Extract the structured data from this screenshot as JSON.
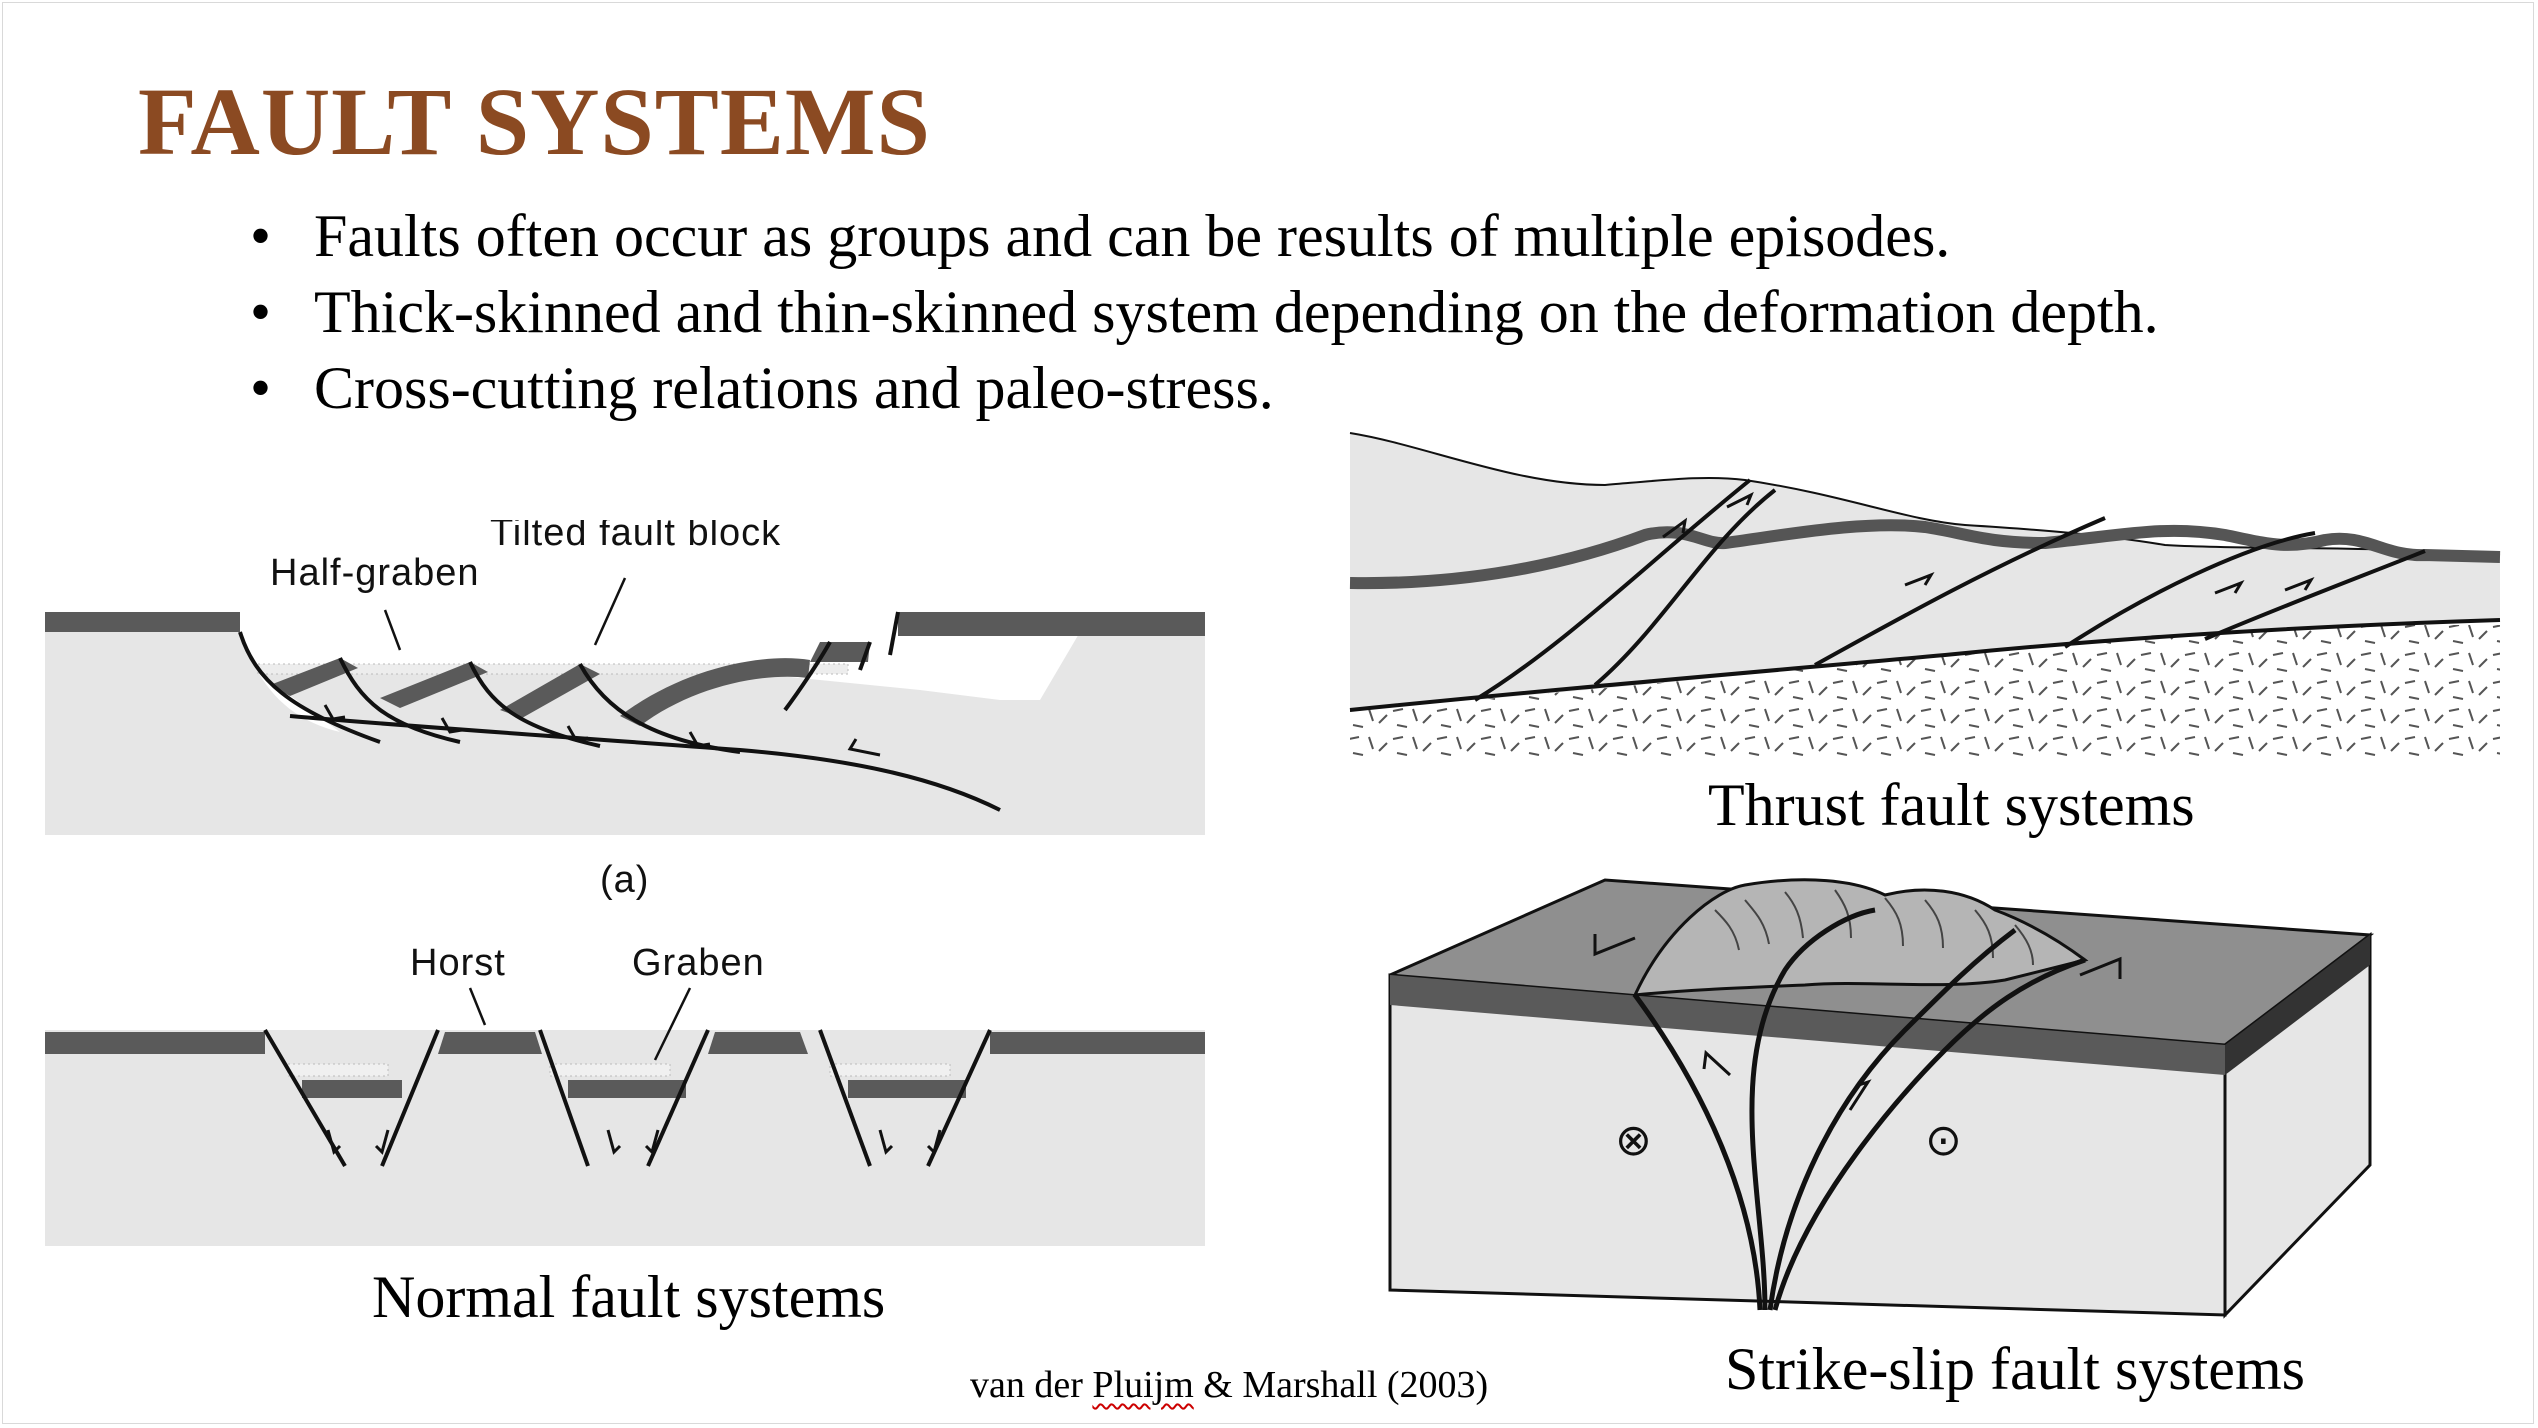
{
  "slide": {
    "title": "FAULT SYSTEMS",
    "bullets": [
      "Faults often occur as groups and can be results of multiple episodes.",
      "Thick-skinned and thin-skinned system depending on the deformation depth.",
      "Cross-cutting relations and paleo-stress."
    ],
    "bullet_symbol": "•"
  },
  "figures": {
    "normal_top_labels": {
      "half_graben": "Half-graben",
      "tilted_block": "Tilted fault block",
      "panel": "(a)"
    },
    "normal_bottom_labels": {
      "horst": "Horst",
      "graben": "Graben"
    },
    "captions": {
      "normal": "Normal fault systems",
      "thrust": "Thrust fault systems",
      "strike_slip": "Strike-slip fault systems"
    },
    "strike_slip_symbols": {
      "into_page": "⊗",
      "out_of_page": "⊙"
    }
  },
  "citation": {
    "prefix": "van der ",
    "name": "Pluijm",
    "suffix": " & Marshall (2003)"
  },
  "colors": {
    "title": "#8b4a22",
    "block_fill": "#e6e6e6",
    "layer_dark": "#5a5a5a",
    "strike_top": "#8f8f8f"
  }
}
